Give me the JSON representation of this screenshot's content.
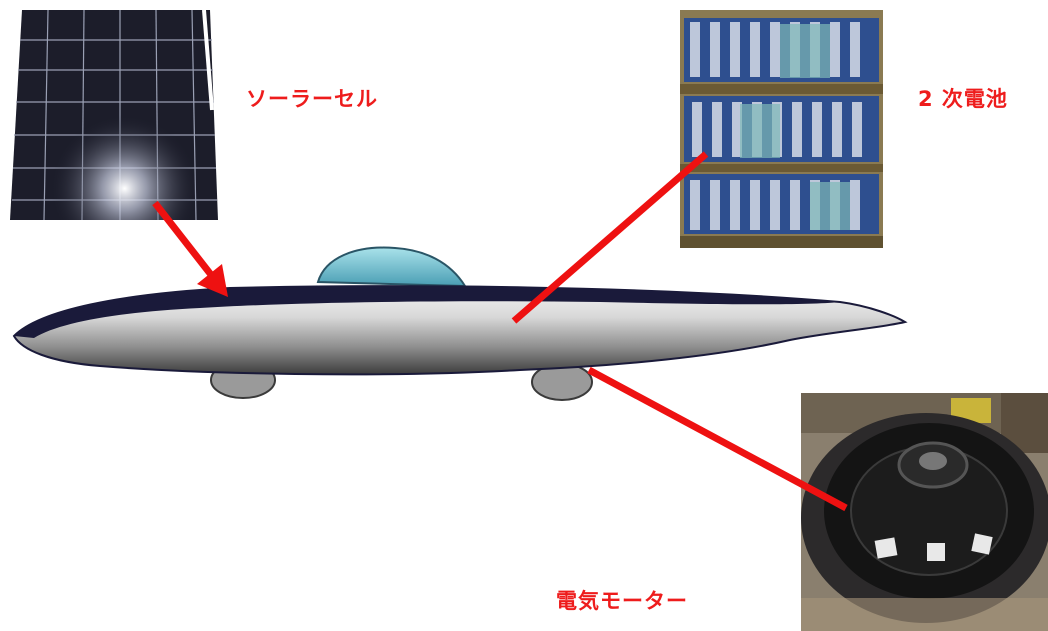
{
  "labels": {
    "solar_cell": "ソーラーセル",
    "secondary_battery": "2 次電池",
    "electric_motor": "電気モーター"
  },
  "colors": {
    "label": "#ee1c1c",
    "arrow": "#ee1111",
    "car_canopy": "#6fc7d6",
    "car_roof": "#1a1a3a"
  },
  "icons": {
    "solar_panel": "solar-panel-photo",
    "battery": "battery-pack-photo",
    "motor": "hub-motor-photo",
    "car": "solar-car-illustration"
  }
}
